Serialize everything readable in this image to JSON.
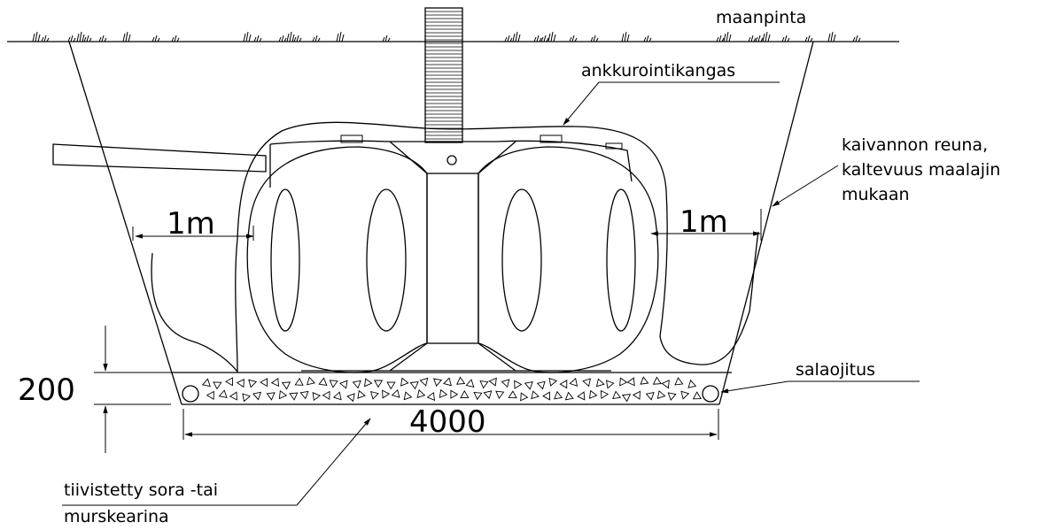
{
  "labels": {
    "ground": "maanpinta",
    "anchor_fabric": "ankkurointikangas",
    "excavation_edge_1": "kaivannon reuna,",
    "excavation_edge_2": "kaltevuus maalajin",
    "excavation_edge_3": "mukaan",
    "drainage": "salaojitus",
    "gravel_1": "tiivistetty sora -tai",
    "gravel_2": "murskearina"
  },
  "dimensions": {
    "clearance_left": "1m",
    "clearance_right": "1m",
    "bed_thickness": "200",
    "pit_width": "4000"
  }
}
